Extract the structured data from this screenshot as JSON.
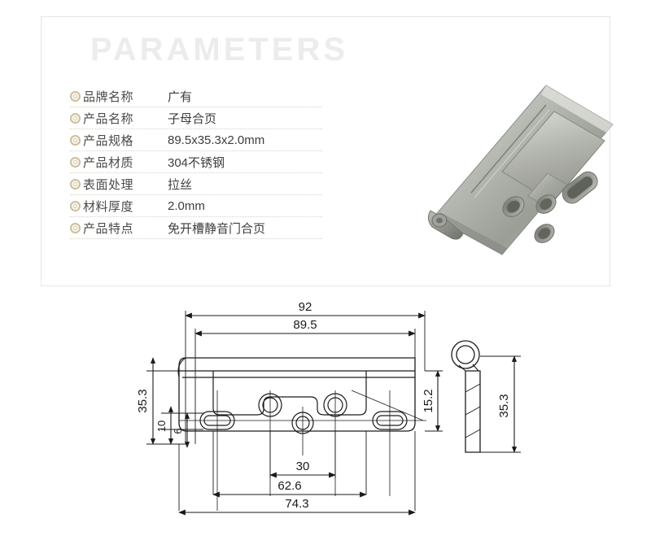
{
  "panel": {
    "title": "PARAMETERS"
  },
  "specs": {
    "bullet_icon": "double-ring-bullet-icon",
    "rows": [
      {
        "label": "品牌名称",
        "value": "广有"
      },
      {
        "label": "产品名称",
        "value": "子母合页"
      },
      {
        "label": "产品规格",
        "value": "89.5x35.3x2.0mm"
      },
      {
        "label": "产品材质",
        "value": "304不锈钢"
      },
      {
        "label": "表面处理",
        "value": "拉丝"
      },
      {
        "label": "材料厚度",
        "value": "2.0mm"
      },
      {
        "label": "产品特点",
        "value": "免开槽静音门合页"
      }
    ]
  },
  "photo": {
    "name": "stainless-steel-hinge-photo",
    "alt": "子母合页产品实物图"
  },
  "drawing": {
    "name": "hinge-technical-drawing",
    "dimensions": {
      "top_outer": "92",
      "top_inner": "89.5",
      "left_height": "35.3",
      "left_small_upper": "10",
      "left_small_lower": "6",
      "right_inner": "15.2",
      "side_height": "35.3",
      "bottom_inner": "30",
      "bottom_middle": "62.6",
      "bottom_outer": "74.3"
    }
  },
  "colors": {
    "panel_border": "#e6e6e6",
    "title_gray": "#ececec",
    "bullet_gold": "#cbbf9c",
    "label_text": "#4a4a4a",
    "value_text": "#3d3d3d",
    "dotted_rule": "#d8d2c4",
    "line_black": "#1a1a1a",
    "metal_light": "#cfd0cb",
    "metal_mid": "#a8aaa4",
    "metal_dark": "#7e817b"
  }
}
